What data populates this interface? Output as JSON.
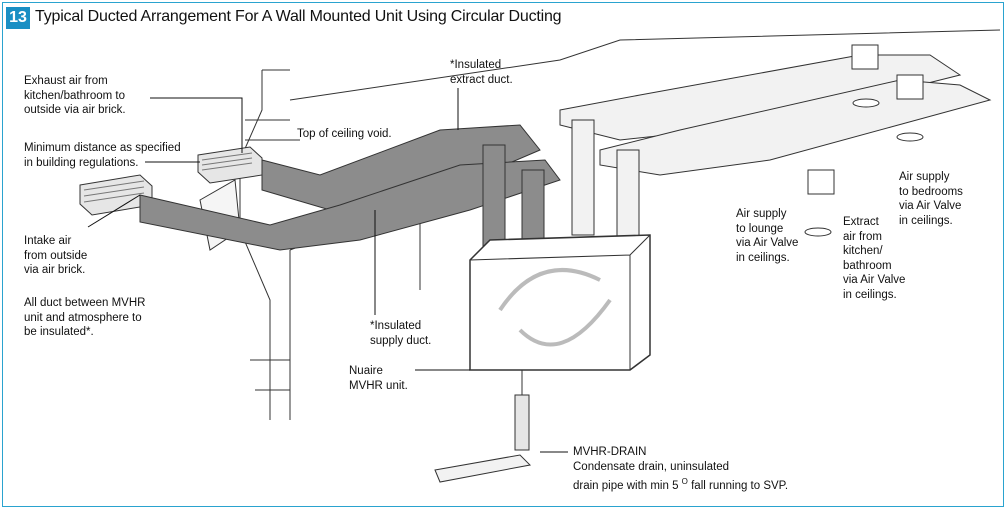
{
  "figure": {
    "number": "13",
    "title": "Typical Ducted Arrangement For A Wall Mounted Unit Using Circular Ducting",
    "accent_color": "#1a8fc4",
    "duct_color": "#8c8c8c",
    "arrow_color": "#ffffff"
  },
  "labels": {
    "exhaust": "Exhaust air from\nkitchen/bathroom to\noutside via air brick.",
    "min_distance": "Minimum distance as specified\nin building regulations.",
    "intake": "Intake air\nfrom outside\nvia air brick.",
    "all_duct": "All duct between MVHR\nunit and atmosphere to\nbe insulated*.",
    "ceiling_void": "Top of ceiling void.",
    "insulated_extract": "*Insulated\nextract duct.",
    "insulated_supply": "*Insulated\nsupply duct.",
    "unit": "Nuaire\nMVHR unit.",
    "supply_lounge": "Air supply\nto lounge\nvia Air Valve\nin ceilings.",
    "extract_kitchen": "Extract\nair from\nkitchen/\nbathroom\nvia Air Valve\nin ceilings.",
    "supply_bedrooms": "Air supply\nto bedrooms\nvia Air Valve\nin ceilings.",
    "drain_title": "MVHR-DRAIN",
    "drain_line1": "Condensate drain, uninsulated",
    "drain_line2_a": "drain pipe with min 5 ",
    "drain_line2_sup": "O",
    "drain_line2_b": " fall running to SVP."
  }
}
